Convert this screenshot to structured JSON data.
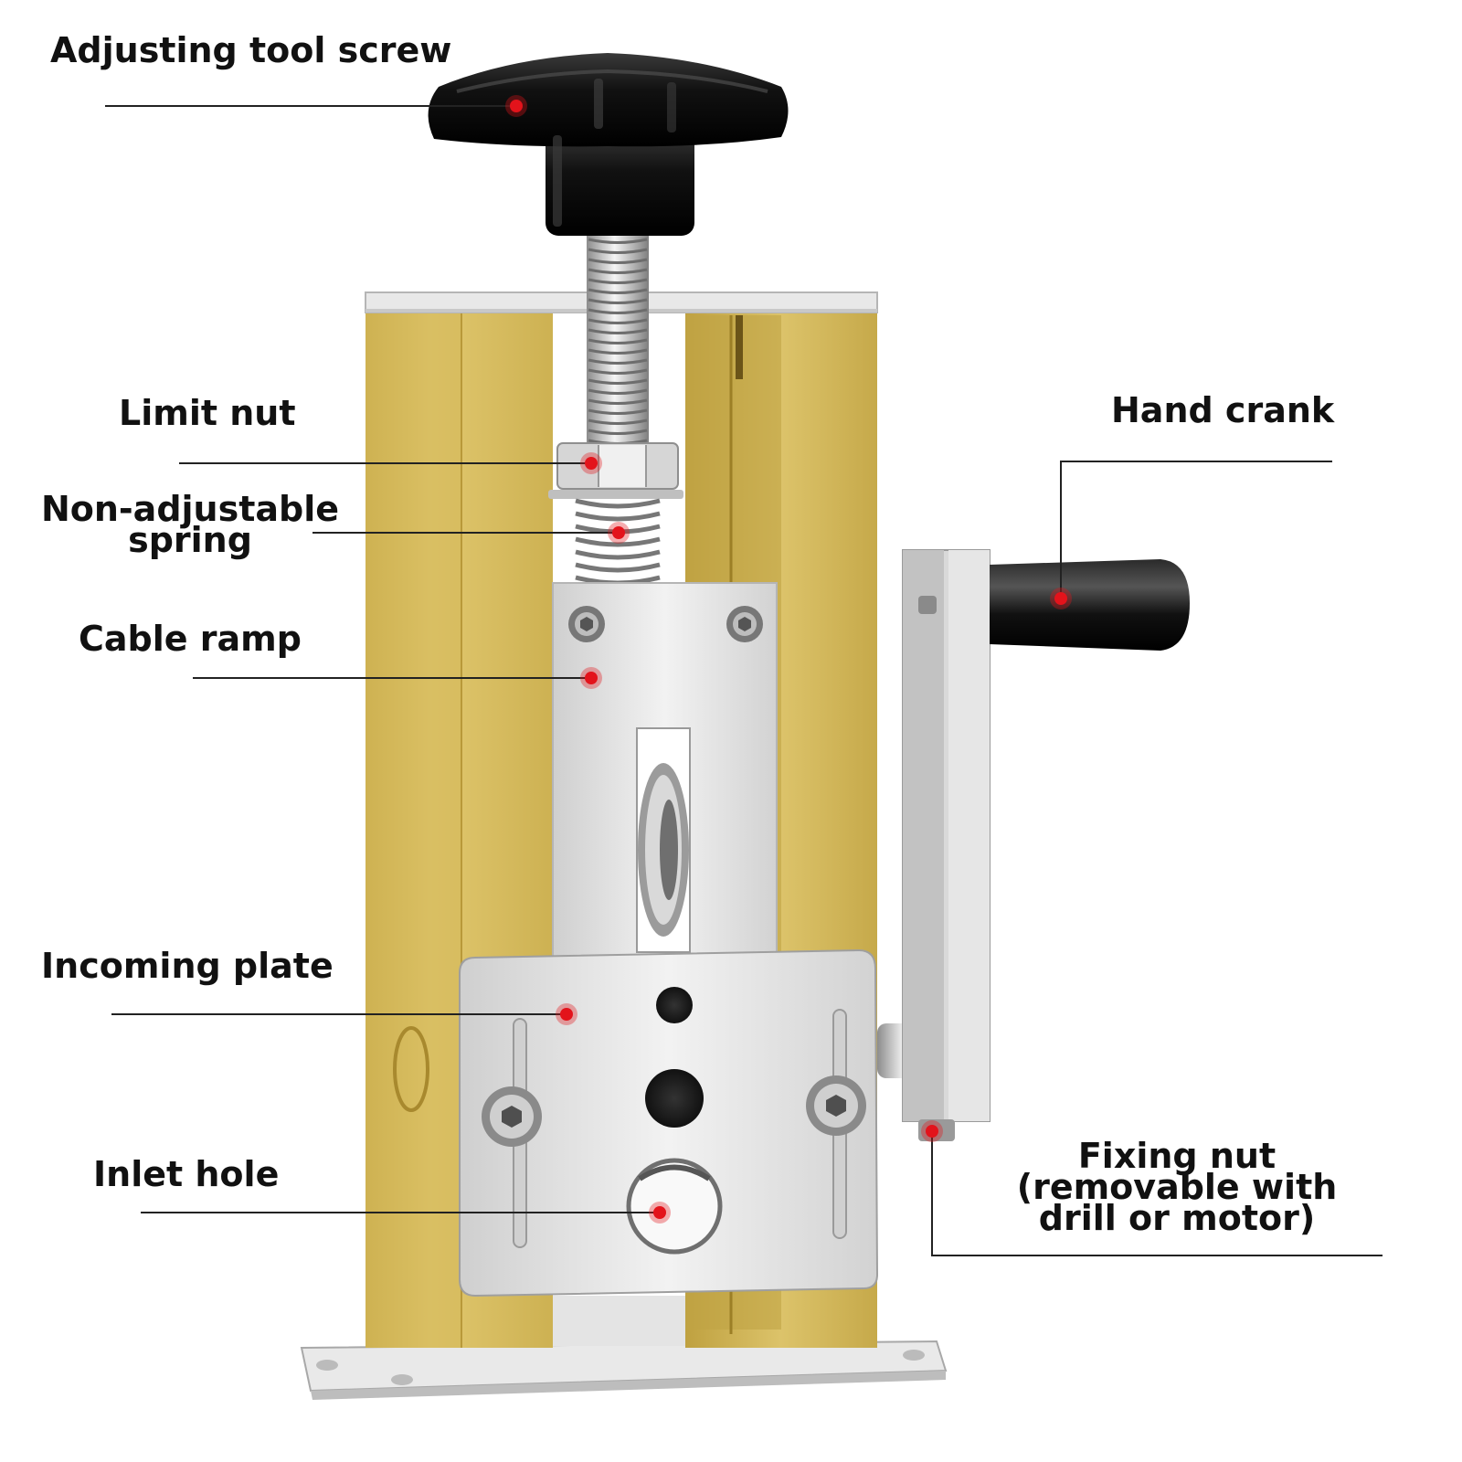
{
  "colors": {
    "brass": "#d8bd5e",
    "brass_dark": "#b99b38",
    "brass_light": "#e6d283",
    "steel": "#e4e4e4",
    "steel_dark": "#9a9a9a",
    "knob": "#111111",
    "marker": "#e3131b",
    "leader": "#222222"
  },
  "labels": {
    "adjusting_tool_screw": "Adjusting tool screw",
    "limit_nut": "Limit nut",
    "non_adjustable_spring": [
      "Non-adjustable",
      "spring"
    ],
    "cable_ramp": "Cable ramp",
    "incoming_plate": "Incoming plate",
    "inlet_hole": "Inlet hole",
    "hand_crank": "Hand crank",
    "fixing_nut": [
      "Fixing nut",
      "(removable with",
      "drill or motor)"
    ]
  }
}
